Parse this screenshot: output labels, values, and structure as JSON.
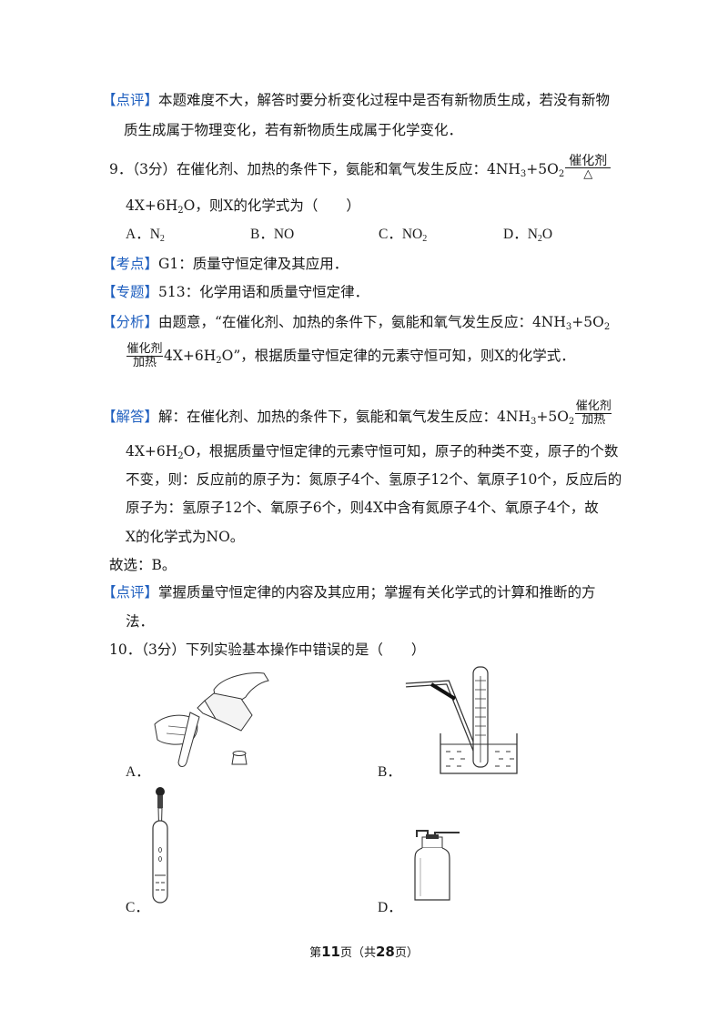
{
  "comment8": {
    "tag": "【点评】",
    "line1": "本题难度不大，解答时要分析变化过程中是否有新物质生成，若没有新物",
    "line2": "质生成属于物理变化，若有新物质生成属于化学变化．"
  },
  "q9": {
    "stem_a": "9．（3分）在催化剂、加热的条件下，氨能和氧气发生反应：4NH",
    "stem_b": "+5O",
    "cond_top": "催化剂",
    "cond_bot": "△",
    "stem_c_a": "4X+6H",
    "stem_c_b": "O，则X的化学式为（　　）",
    "options": [
      "A．N",
      "B．NO",
      "C．NO",
      "D．N"
    ],
    "opt_a_sub": "2",
    "opt_c_sub": "2",
    "opt_d_sub": "2",
    "opt_d_tail": "O",
    "kaodian_tag": "【考点】",
    "kaodian": "G1：质量守恒定律及其应用．",
    "zhuanti_tag": "【专题】",
    "zhuanti": "513：化学用语和质量守恒定律．",
    "fenxi_tag": "【分析】",
    "fenxi_1a": "由题意，“在催化剂、加热的条件下，氨能和氧气发生反应：4NH",
    "fenxi_1b": "+5O",
    "fenxi_cond_top": "催化剂",
    "fenxi_cond_bot": "加热",
    "fenxi_2a": "4X+6H",
    "fenxi_2b": "O”，根据质量守恒定律的元素守恒可知，则X的化学式．",
    "jieda_tag": "【解答】",
    "jieda_1a": "解：在催化剂、加热的条件下，氨能和氧气发生反应：4NH",
    "jieda_1b": "+5O",
    "jieda_cond_top": "催化剂",
    "jieda_cond_bot": "加热",
    "jieda_2a": "4X+6H",
    "jieda_2b": "O，根据质量守恒定律的元素守恒可知，原子的种类不变，原子的个数",
    "jieda_3": "不变，则：反应前的原子为：氮原子4个、氢原子12个、氧原子10个，反应后的",
    "jieda_4": "原子为：氢原子12个、氧原子6个，则4X中含有氮原子4个、氧原子4个，故",
    "jieda_5": "X的化学式为NO。",
    "answer": "故选：B。",
    "dianping_tag": "【点评】",
    "dianping_1": "掌握质量守恒定律的内容及其应用；掌握有关化学式的计算和推断的方",
    "dianping_2": "法．",
    "sub3": "3",
    "sub2": "2"
  },
  "q10": {
    "stem": "10．（3分）下列实验基本操作中错误的是（　　）",
    "labels": [
      "A．",
      "B．",
      "C．",
      "D．"
    ]
  },
  "footer": {
    "pre": "第",
    "page": "11",
    "mid": "页（共",
    "total": "28",
    "post": "页）"
  }
}
